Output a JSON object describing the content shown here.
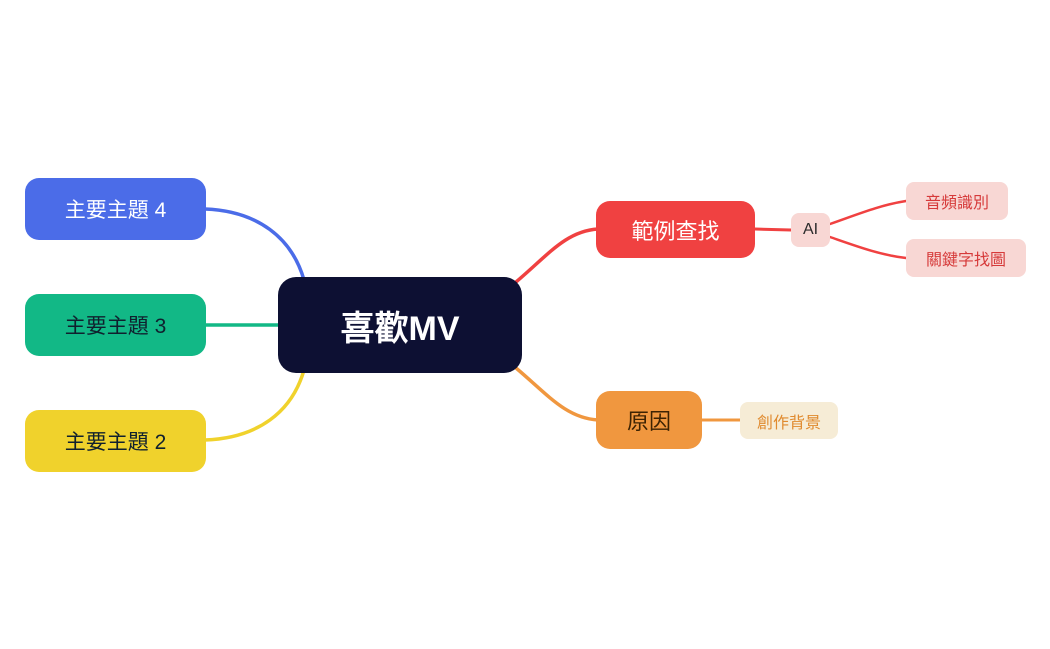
{
  "mindmap": {
    "root": {
      "label": "喜歡MV",
      "color": "#0d1033",
      "text_color": "#ffffff"
    },
    "left_branches": [
      {
        "label": "主要主題 4",
        "color": "#4b6ce8",
        "text_color": "#ffffff"
      },
      {
        "label": "主要主題 3",
        "color": "#12b886",
        "text_color": "#10202e"
      },
      {
        "label": "主要主題 2",
        "color": "#f0d22c",
        "text_color": "#10202e"
      }
    ],
    "right_branches": [
      {
        "label": "範例查找",
        "color": "#f04141",
        "text_color": "#ffffff",
        "children": [
          {
            "label": "AI",
            "color": "#f8d7d4",
            "text_color": "#2b2b2b",
            "children": [
              {
                "label": "音頻識別",
                "color": "#f8d7d4",
                "text_color": "#d63a3a"
              },
              {
                "label": "關鍵字找圖",
                "color": "#f8d7d4",
                "text_color": "#d63a3a"
              }
            ]
          }
        ]
      },
      {
        "label": "原因",
        "color": "#f0973f",
        "text_color": "#3d2303",
        "children": [
          {
            "label": "創作背景",
            "color": "#f6ecd6",
            "text_color": "#e08a2e"
          }
        ]
      }
    ],
    "edge_colors": {
      "topic4": "#4b6ce8",
      "topic3": "#12b886",
      "topic2": "#f0d22c",
      "examples": "#f04141",
      "reason": "#f0973f"
    }
  }
}
